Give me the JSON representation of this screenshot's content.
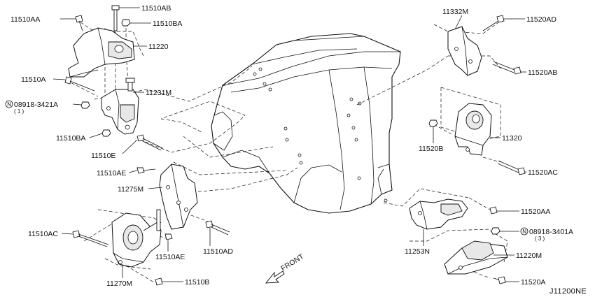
{
  "diagram": {
    "reference_code": "J11200NE",
    "direction_label": "FRONT",
    "callouts": [
      {
        "id": "11510AA",
        "label": "11510AA"
      },
      {
        "id": "11510AB",
        "label": "11510AB"
      },
      {
        "id": "11510BA_top",
        "label": "11510BA"
      },
      {
        "id": "11220",
        "label": "11220"
      },
      {
        "id": "11510A",
        "label": "11510A"
      },
      {
        "id": "11231M",
        "label": "11231M"
      },
      {
        "id": "08918-3421A",
        "label": "08918-3421A",
        "prefix": "N",
        "qty": "( 1 )"
      },
      {
        "id": "11510BA_low",
        "label": "11510BA"
      },
      {
        "id": "11510E",
        "label": "11510E"
      },
      {
        "id": "11510AE_top",
        "label": "11510AE"
      },
      {
        "id": "11275M",
        "label": "11275M"
      },
      {
        "id": "11510AC",
        "label": "11510AC"
      },
      {
        "id": "11510AE_low",
        "label": "11510AE"
      },
      {
        "id": "11510AD",
        "label": "11510AD"
      },
      {
        "id": "11270M",
        "label": "11270M"
      },
      {
        "id": "11510B",
        "label": "11510B"
      },
      {
        "id": "11332M",
        "label": "11332M"
      },
      {
        "id": "11520AD",
        "label": "11520AD"
      },
      {
        "id": "11520AB",
        "label": "11520AB"
      },
      {
        "id": "11520B",
        "label": "11520B"
      },
      {
        "id": "11320",
        "label": "11320"
      },
      {
        "id": "11520AC",
        "label": "11520AC"
      },
      {
        "id": "11520AA",
        "label": "11520AA"
      },
      {
        "id": "08918-3401A",
        "label": "08918-3401A",
        "prefix": "N",
        "qty": "( 3 )"
      },
      {
        "id": "11253N",
        "label": "11253N"
      },
      {
        "id": "11220M",
        "label": "11220M"
      },
      {
        "id": "11520A",
        "label": "11520A"
      }
    ]
  }
}
